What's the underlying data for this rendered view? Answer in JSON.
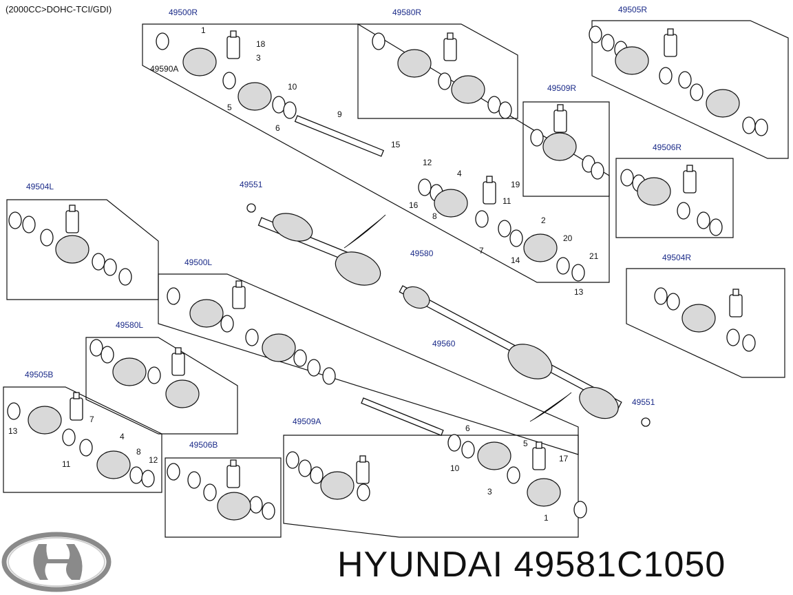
{
  "note": "(2000CC>DOHC-TCI/GDI)",
  "brand_caption": "HYUNDAI 49581C1050",
  "logo_icon": "hyundai-logo-icon",
  "colors": {
    "group_label": "#1a2a88",
    "line": "#111111"
  },
  "group_labels": [
    "49500R",
    "49580R",
    "49505R",
    "49509R",
    "49506R",
    "49504L",
    "49551",
    "49580",
    "49504R",
    "49500L",
    "49560",
    "49580L",
    "49551",
    "49505B",
    "49506B",
    "49509A"
  ],
  "part_numbers": [
    "1",
    "18",
    "49590A",
    "3",
    "5",
    "10",
    "6",
    "9",
    "15",
    "12",
    "16",
    "4",
    "19",
    "8",
    "11",
    "7",
    "2",
    "20",
    "14",
    "21",
    "13",
    "17",
    "5",
    "1",
    "3",
    "6",
    "10",
    "4",
    "8",
    "12",
    "13",
    "11",
    "7"
  ]
}
